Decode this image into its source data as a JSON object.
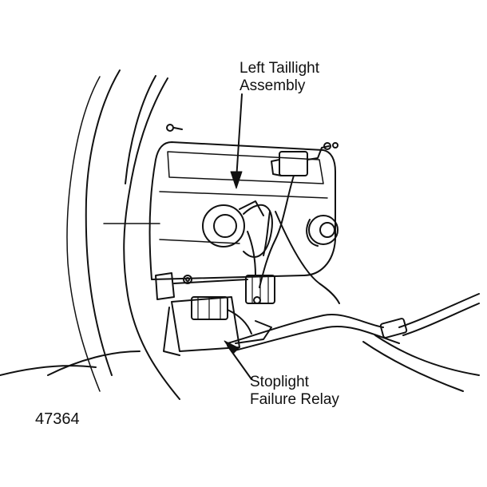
{
  "labels": {
    "taillight_line1": "Left Taillight",
    "taillight_line2": "Assembly",
    "relay_line1": "Stoplight",
    "relay_line2": "Failure Relay"
  },
  "figure_number": "47364",
  "colors": {
    "ink": "#111111",
    "paper": "#ffffff"
  }
}
